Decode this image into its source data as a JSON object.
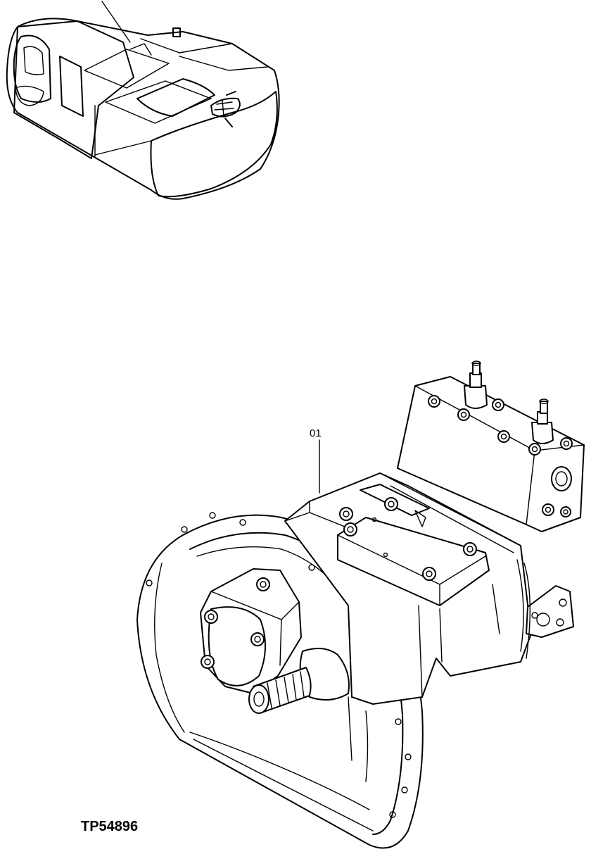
{
  "diagram": {
    "callouts": [
      {
        "id": "01",
        "label": "01"
      }
    ],
    "reference_code": "TP54896"
  }
}
